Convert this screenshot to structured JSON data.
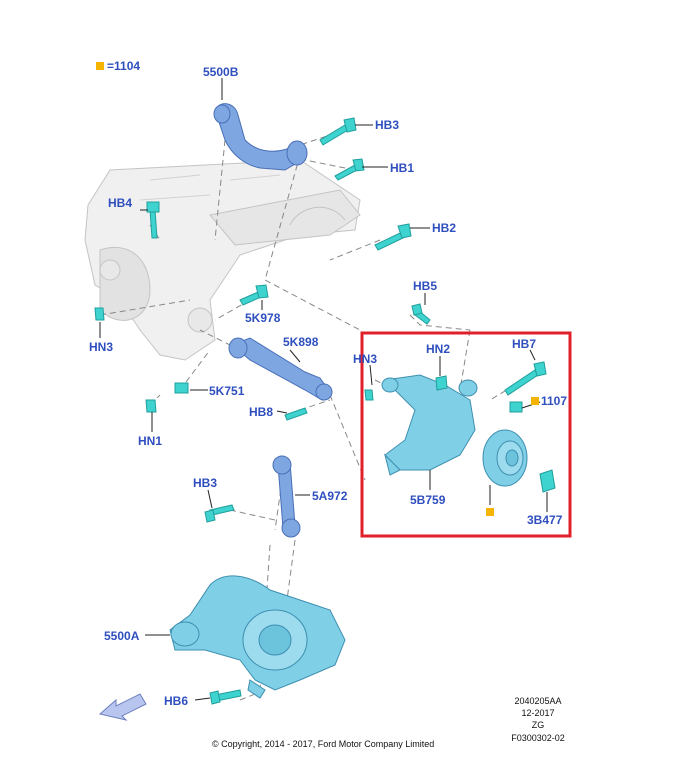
{
  "legend": {
    "symbol_color": "#f4b400",
    "label": "=1104"
  },
  "callouts": {
    "c5500B": "5500B",
    "hb3_top": "HB3",
    "hb1": "HB1",
    "hb4": "HB4",
    "hb2": "HB2",
    "hb5": "HB5",
    "hn3_left": "HN3",
    "k978": "5K978",
    "k898": "5K898",
    "hn3_mid": "HN3",
    "hn2": "HN2",
    "hb7": "HB7",
    "n1107": "1107",
    "k751": "5K751",
    "hb8": "HB8",
    "hn1": "HN1",
    "b759": "5B759",
    "b477": "3B477",
    "hb3_low": "HB3",
    "a972": "5A972",
    "c5500A": "5500A",
    "hb6": "HB6"
  },
  "meta": {
    "ref": "2040205AA",
    "date": "12-2017",
    "code": "ZG",
    "fig": "F0300302-02"
  },
  "copyright": "© Copyright, 2014 - 2017, Ford Motor Company Limited",
  "colors": {
    "label_blue": "#2f4fbf",
    "part_blue": "#7ea6e0",
    "bolt_cyan": "#3fd3d0",
    "highlight_red": "#e0212b",
    "marker_orange": "#f4b400"
  }
}
